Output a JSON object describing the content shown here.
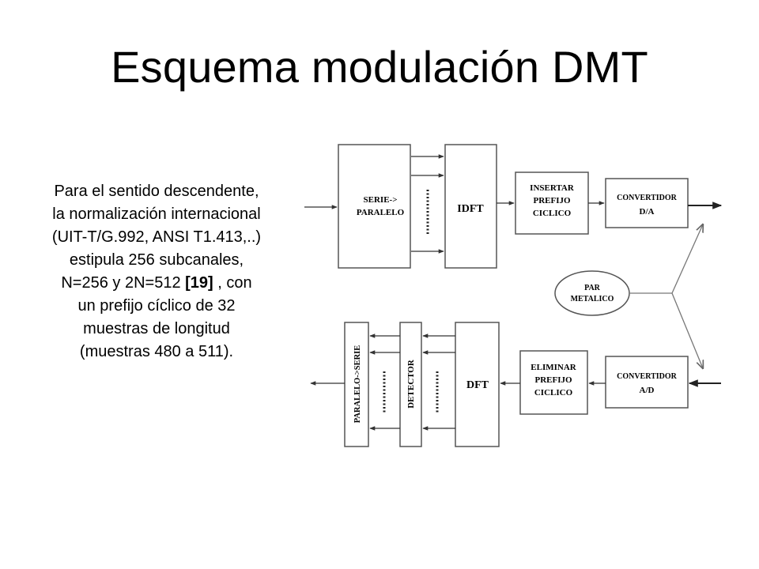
{
  "title": "Esquema modulación DMT",
  "description": {
    "lines": [
      "Para el sentido descendente,",
      "la normalización internacional",
      "(UIT-T/G.992, ANSI T1.413,..)",
      "estipula 256 subcanales,",
      "N=256 y 2N=512 ",
      "un prefijo cíclico de 32",
      "muestras de longitud",
      "(muestras 480 a 511)."
    ],
    "reference": "[19]",
    "reference_suffix": " , con"
  },
  "diagram": {
    "blocks": {
      "serie_paralelo": [
        "SERIE->",
        "PARALELO"
      ],
      "idft": "IDFT",
      "insertar_prefijo": [
        "INSERTAR",
        "PREFIJO",
        "CICLICO"
      ],
      "convertidor_da": [
        "CONVERTIDOR",
        "D/A"
      ],
      "par_metalico": [
        "PAR",
        "METALICO"
      ],
      "eliminar_prefijo": [
        "ELIMINAR",
        "PREFIJO",
        "CICLICO"
      ],
      "convertidor_ad": [
        "CONVERTIDOR",
        "A/D"
      ],
      "dft": "DFT",
      "detector": "DETECTOR",
      "paralelo_serie": "PARALELO->SERIE"
    },
    "colors": {
      "stroke": "#555555",
      "arrow": "#333333",
      "block_fill": "#ffffff"
    }
  }
}
